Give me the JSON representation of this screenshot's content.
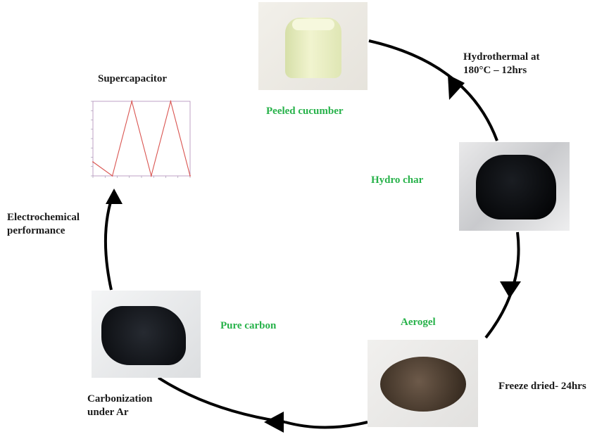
{
  "steps": {
    "hydrothermal": [
      "Hydrothermal at",
      "180°C – 12hrs"
    ],
    "freeze_dried": "Freeze dried- 24hrs",
    "carbonization": [
      "Carbonization",
      "under Ar"
    ],
    "electrochemical": [
      "Electrochemical",
      "performance"
    ]
  },
  "stages": {
    "peeled_cucumber": "Peeled cucumber",
    "hydro_char": "Hydro char",
    "aerogel": "Aerogel",
    "pure_carbon": "Pure carbon",
    "supercapacitor": "Supercapacitor"
  },
  "colors": {
    "stage_label": "#27b24a",
    "cycle_line": "#000000",
    "gcd_curve": "#d9534f"
  },
  "chart_data": {
    "type": "line",
    "title": "",
    "xlabel": "",
    "ylabel": "",
    "x": [
      0,
      1,
      2,
      3,
      4,
      5
    ],
    "series": [
      {
        "values": [
          0.15,
          0.0,
          0.8,
          0.0,
          0.8,
          0.0
        ]
      }
    ],
    "ylim": [
      0,
      0.8
    ],
    "grid": false,
    "legend": "none"
  }
}
